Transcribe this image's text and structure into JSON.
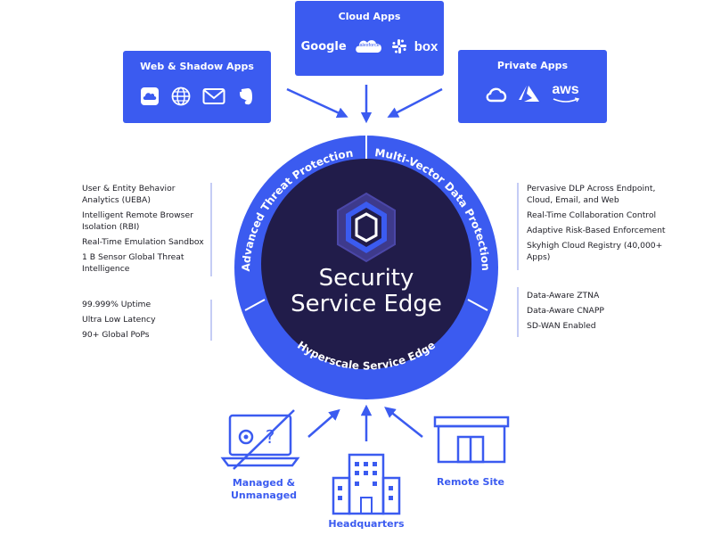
{
  "apps": {
    "cloud": {
      "title": "Cloud Apps",
      "icons": [
        {
          "name": "google",
          "text": "Google"
        },
        {
          "name": "salesforce",
          "text": "salesforce"
        },
        {
          "name": "slack"
        },
        {
          "name": "box",
          "text": "box"
        }
      ]
    },
    "web": {
      "title": "Web & Shadow Apps",
      "icons": [
        "cloud-icon",
        "globe-icon",
        "mail-icon",
        "evernote-icon"
      ]
    },
    "private": {
      "title": "Private Apps",
      "icons": [
        {
          "name": "google-cloud"
        },
        {
          "name": "azure"
        },
        {
          "name": "aws",
          "text": "aws"
        }
      ]
    }
  },
  "center": {
    "line1": "Security",
    "line2": "Service Edge",
    "ring_left": "Advanced Threat Protection",
    "ring_right": "Multi-Vector Data Protection",
    "ring_bottom": "Hyperscale Service Edge"
  },
  "left_features": {
    "group1": [
      "User & Entity Behavior",
      "Analytics (UEBA)",
      "Intelligent Remote Browser",
      "Isolation (RBI)",
      "Real-Time Emulation Sandbox",
      "1 B Sensor Global Threat",
      "Intelligence"
    ],
    "group2": [
      "99.999% Uptime",
      "Ultra Low Latency",
      "90+ Global PoPs"
    ]
  },
  "right_features": {
    "group1": [
      "Pervasive DLP Across Endpoint,",
      "Cloud, Email, and Web",
      "Real-Time Collaboration Control",
      "Adaptive Risk-Based Enforcement",
      "Skyhigh Cloud Registry (40,000+",
      "Apps)"
    ],
    "group2": [
      "Data-Aware ZTNA",
      "Data-Aware CNAPP",
      "SD-WAN Enabled"
    ]
  },
  "sites": {
    "managed_line1": "Managed &",
    "managed_line2": "Unmanaged",
    "headquarters": "Headquarters",
    "remote": "Remote Site"
  },
  "colors": {
    "accent": "#3b5bf0",
    "dark": "#211c4a",
    "ring": "#3b5bf0"
  }
}
